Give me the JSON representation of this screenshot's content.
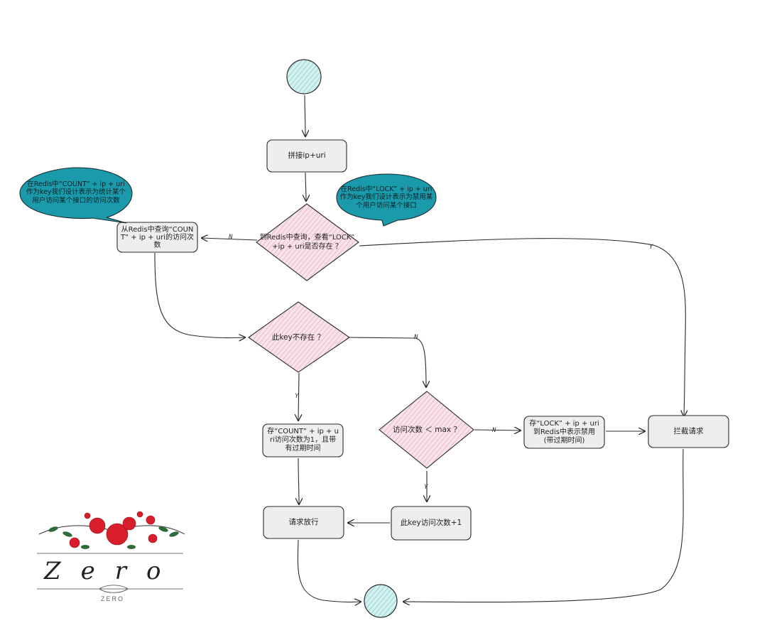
{
  "colors": {
    "terminal_fill": "#bde9e8",
    "process_fill": "#eeeeee",
    "decision_fill": "#f4c5d4",
    "decision_hatch": "#e39ab3",
    "callout_fill": "#1a9aaa",
    "stroke": "#2b2b2b",
    "rose": "#d81e2a"
  },
  "nodes": {
    "concat": "拼接ip+uri",
    "query_count": "从Redis中查询“COUNT” + ip + uri的访问次数",
    "check_lock": "到Redis中查询，查看“LOCK” +ip + uri是否存在 ？",
    "key_not_exist": "此key不存在 ？",
    "store_count": "存“COUNT” + ip + uri访问次数为1，且带有过期时间",
    "check_max": "访问次数 ＜ max ？",
    "store_lock": "存“LOCK” + ip + uri到Redis中表示禁用 (带过期时间)",
    "intercept": "拦截请求",
    "increment": "此key访问次数+1",
    "allow": "请求放行"
  },
  "callouts": {
    "count_note": "在Redis中“COUNT” + ip + uri作为key我们设计表示为统计某个用户访问某个接口的访问次数",
    "lock_note": "在Redis中“LOCK” + ip + uri作为key我们设计表示为禁用某个用户访问某个接口"
  },
  "edge_labels": {
    "lock_no": "N",
    "lock_yes": "Y",
    "exist_no": "N",
    "exist_yes": "Y",
    "max_no": "N",
    "max_yes": "Y"
  },
  "watermark": {
    "word": "Zero",
    "caption": "ZERO"
  }
}
